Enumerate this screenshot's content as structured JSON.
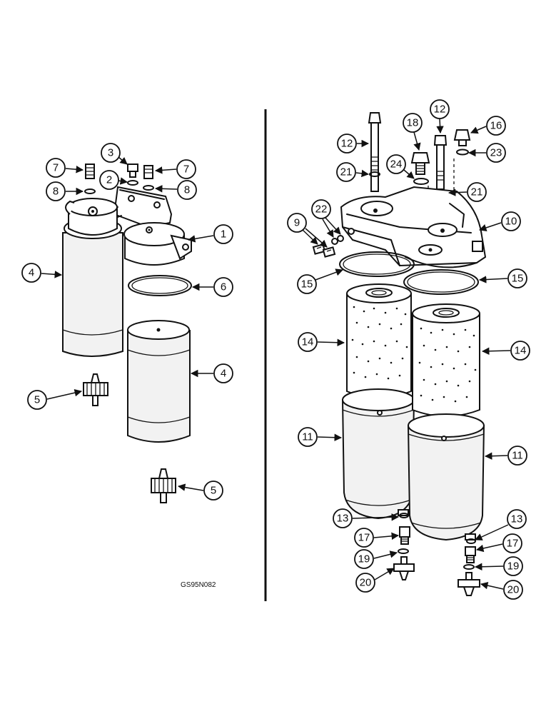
{
  "figure_code": "GS95N082",
  "callouts": {
    "left": [
      "7",
      "3",
      "7",
      "2",
      "8",
      "8",
      "1",
      "4",
      "6",
      "4",
      "5",
      "5"
    ],
    "right": [
      "12",
      "18",
      "12",
      "16",
      "24",
      "23",
      "21",
      "21",
      "22",
      "9",
      "10",
      "15",
      "15",
      "14",
      "14",
      "11",
      "11",
      "13",
      "13",
      "17",
      "17",
      "19",
      "19",
      "20",
      "20"
    ]
  },
  "colors": {
    "line": "#111111",
    "background": "#ffffff"
  }
}
